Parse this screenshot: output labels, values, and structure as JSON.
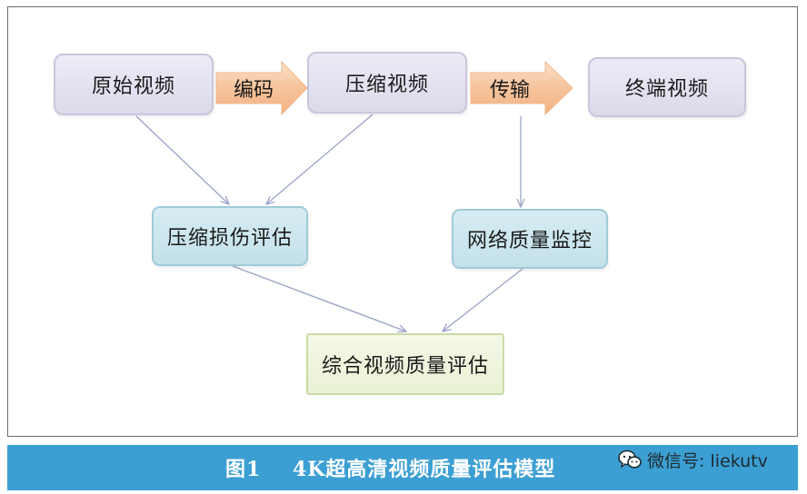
{
  "nodes": {
    "raw_video": "原始视频",
    "compressed_video": "压缩视频",
    "terminal_video": "终端视频",
    "compression_damage_eval": "压缩损伤评估",
    "network_quality_monitor": "网络质量监控",
    "overall_quality_eval": "综合视频质量评估"
  },
  "arrows": {
    "encode": "编码",
    "transmit": "传输"
  },
  "caption": {
    "text": "图1    4K超高清视频质量评估模型"
  },
  "watermark": {
    "text": "微信号: liekutv",
    "icon": "wechat-icon"
  },
  "colors": {
    "caption_bar": "#3c9fd3",
    "arrow_fill": "#f6c9a3",
    "connector": "#9aa3c4"
  }
}
